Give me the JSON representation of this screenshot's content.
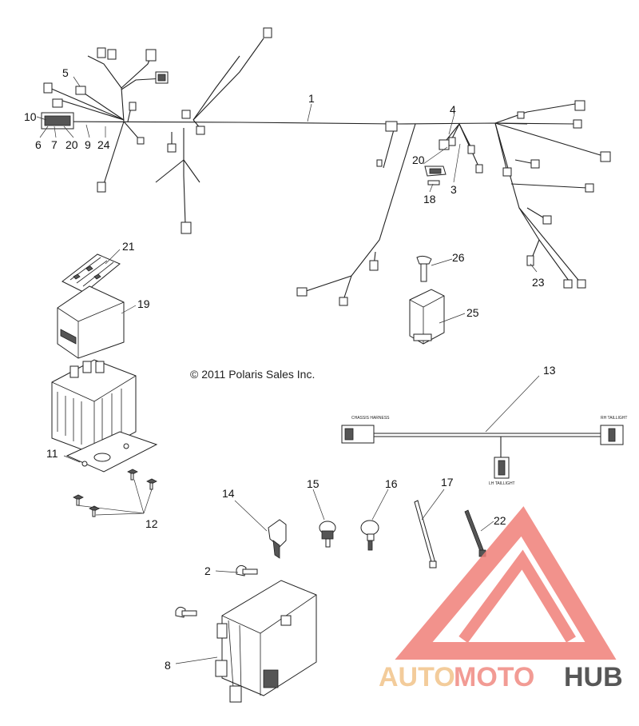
{
  "copyright": "© 2011 Polaris Sales Inc.",
  "harness_labels": {
    "chassis": "CHASSIS HARNESS",
    "rh_taillight": "RH TAILLIGHT",
    "lh_taillight": "LH TAILLIGHT"
  },
  "watermark": {
    "part1": "AUTO",
    "part2": "MOTO",
    "part3": "HUB",
    "colors": {
      "auto": "#f2c48a",
      "moto": "#f08a82",
      "hub": "#3a3a3a",
      "triangle": "#f07f78"
    }
  },
  "callouts": {
    "c1": "1",
    "c2": "2",
    "c3": "3",
    "c4": "4",
    "c5": "5",
    "c6": "6",
    "c7": "7",
    "c8": "8",
    "c9": "9",
    "c10": "10",
    "c11": "11",
    "c12": "12",
    "c13": "13",
    "c14": "14",
    "c15": "15",
    "c16": "16",
    "c17": "17",
    "c18": "18",
    "c19": "19",
    "c20a": "20",
    "c20b": "20",
    "c21": "21",
    "c22": "22",
    "c23": "23",
    "c24": "24",
    "c25": "25",
    "c26": "26"
  }
}
